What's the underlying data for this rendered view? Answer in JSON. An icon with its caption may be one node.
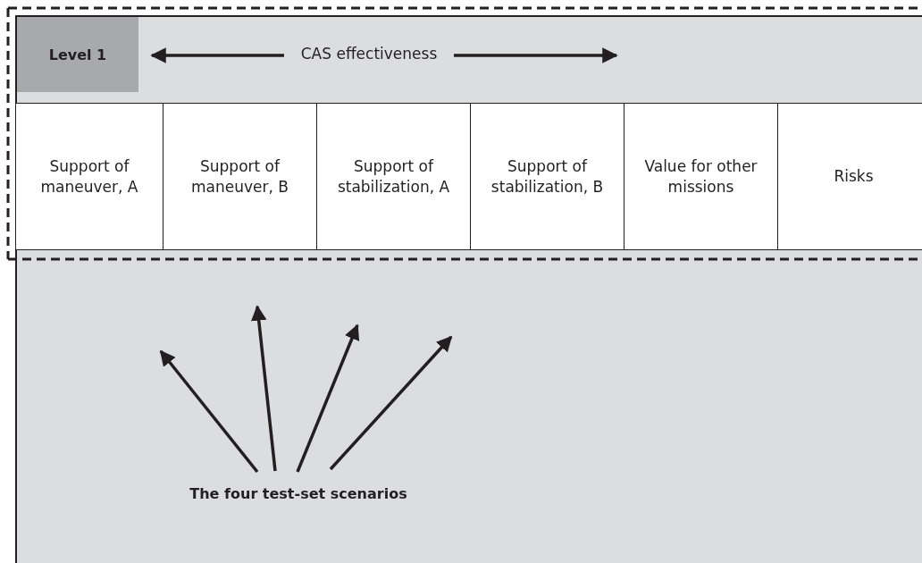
{
  "diagram": {
    "nodes": [
      {
        "text": [
          "Level 1"
        ]
      },
      {
        "text": [
          "Support of maneuver, A"
        ]
      },
      {
        "text": [
          "Support of maneuver, B"
        ]
      },
      {
        "text": [
          "Support of stabilization, A"
        ]
      },
      {
        "text": [
          "Support of stabilization, B"
        ]
      },
      {
        "text": [
          "Value for other missions"
        ]
      },
      {
        "text": [
          "Risks"
        ]
      },
      {
        "text": [
          "The four test-set scenarios"
        ]
      }
    ],
    "edges": [
      {
        "from": 7,
        "to": null,
        "arrow": "to"
      },
      {
        "from": 7,
        "to": null,
        "arrow": "to"
      },
      {
        "from": 7,
        "to": null,
        "arrow": "to"
      },
      {
        "from": 7,
        "to": null,
        "arrow": "to"
      }
    ],
    "labels": [
      "CAS effectiveness"
    ]
  }
}
